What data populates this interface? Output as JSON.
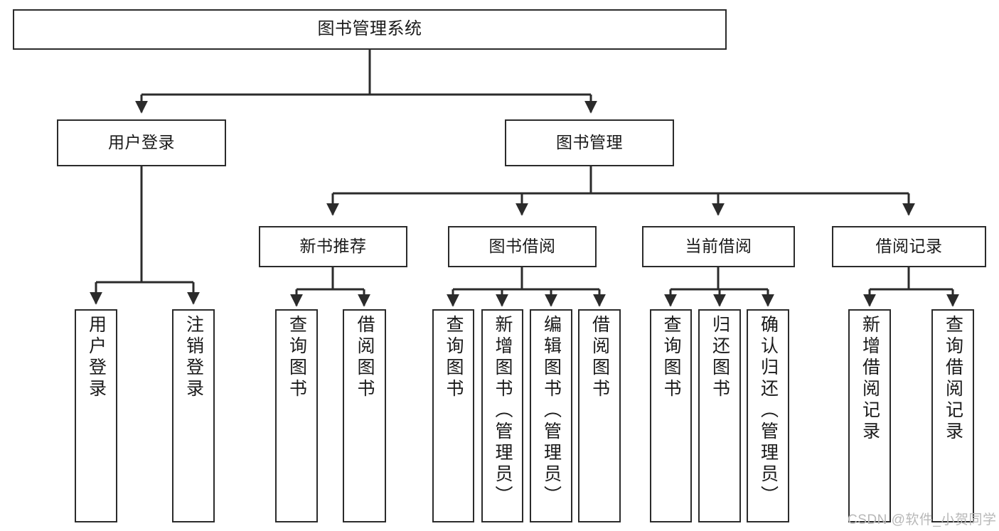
{
  "diagram": {
    "title": "图书管理系统",
    "type": "hierarchy-tree",
    "colors": {
      "border": "#2b2b2b",
      "background": "#ffffff",
      "text": "#1a1a1a",
      "watermark": "#b8b8b8"
    },
    "levels": {
      "root": {
        "label": "图书管理系统"
      },
      "level1": [
        {
          "label": "用户登录"
        },
        {
          "label": "图书管理"
        }
      ],
      "level2": [
        {
          "label": "新书推荐"
        },
        {
          "label": "图书借阅"
        },
        {
          "label": "当前借阅"
        },
        {
          "label": "借阅记录"
        }
      ],
      "leaves": {
        "user_login": [
          {
            "label": "用户登录"
          },
          {
            "label": "注销登录"
          }
        ],
        "new_book_recommend": [
          {
            "label": "查询图书"
          },
          {
            "label": "借阅图书"
          }
        ],
        "book_borrow": [
          {
            "label": "查询图书"
          },
          {
            "label": "新增图书（管理员）"
          },
          {
            "label": "编辑图书（管理员）"
          },
          {
            "label": "借阅图书"
          }
        ],
        "current_borrow": [
          {
            "label": "查询图书"
          },
          {
            "label": "归还图书"
          },
          {
            "label": "确认归还（管理员）"
          }
        ],
        "borrow_record": [
          {
            "label": "新增借阅记录"
          },
          {
            "label": "查询借阅记录"
          }
        ]
      }
    },
    "watermark": "CSDN @软件_小贺同学"
  }
}
